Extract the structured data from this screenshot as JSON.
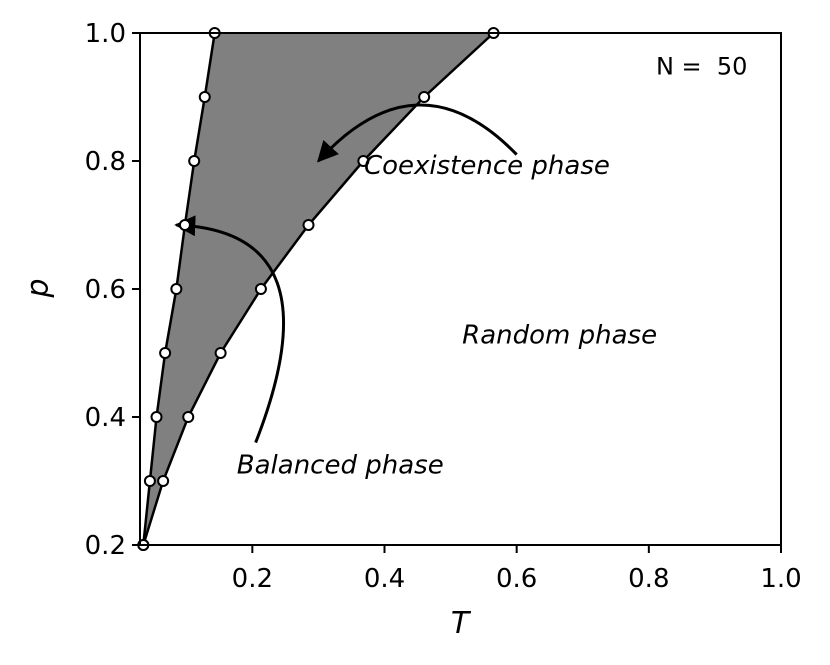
{
  "chart_data": {
    "type": "line",
    "title": "",
    "xlabel": "T",
    "ylabel": "p",
    "xlim": [
      0.03,
      1.0
    ],
    "ylim": [
      0.2,
      1.0
    ],
    "xticks": [
      0.2,
      0.4,
      0.6,
      0.8,
      1.0
    ],
    "xtick_labels": [
      "0.2",
      "0.4",
      "0.6",
      "0.8",
      "1.0"
    ],
    "yticks": [
      0.2,
      0.4,
      0.6,
      0.8,
      1.0
    ],
    "ytick_labels": [
      "0.2",
      "0.4",
      "0.6",
      "0.8",
      "1.0"
    ],
    "grid": false,
    "fill_between_series": "#808080",
    "series": [
      {
        "name": "",
        "color": "#000000",
        "marker": "white-circle",
        "x": [
          0.035,
          0.045,
          0.055,
          0.068,
          0.085,
          0.098,
          0.112,
          0.128,
          0.143
        ],
        "y": [
          0.2,
          0.3,
          0.4,
          0.5,
          0.6,
          0.7,
          0.8,
          0.9,
          1.0
        ]
      },
      {
        "name": "",
        "color": "#000000",
        "marker": "white-circle",
        "x": [
          0.035,
          0.065,
          0.103,
          0.152,
          0.213,
          0.285,
          0.368,
          0.46,
          0.565
        ],
        "y": [
          0.2,
          0.3,
          0.4,
          0.5,
          0.6,
          0.7,
          0.8,
          0.9,
          1.0
        ]
      }
    ],
    "annotations": [
      {
        "text": "N =  50",
        "x": 0.88,
        "y": 0.935
      },
      {
        "text": "Coexistence phase",
        "x": 0.555,
        "y": 0.78
      },
      {
        "text": "Random phase",
        "x": 0.665,
        "y": 0.515
      },
      {
        "text": "Balanced phase",
        "x": 0.333,
        "y": 0.312
      }
    ],
    "arrows": [
      {
        "name": "coexistence-arrow",
        "from": [
          0.6,
          0.81
        ],
        "ctrl": [
          0.45,
          0.97
        ],
        "to": [
          0.3,
          0.8
        ]
      },
      {
        "name": "balanced-arrow",
        "from": [
          0.205,
          0.36
        ],
        "ctrl": [
          0.33,
          0.69
        ],
        "to": [
          0.085,
          0.7
        ]
      }
    ]
  }
}
